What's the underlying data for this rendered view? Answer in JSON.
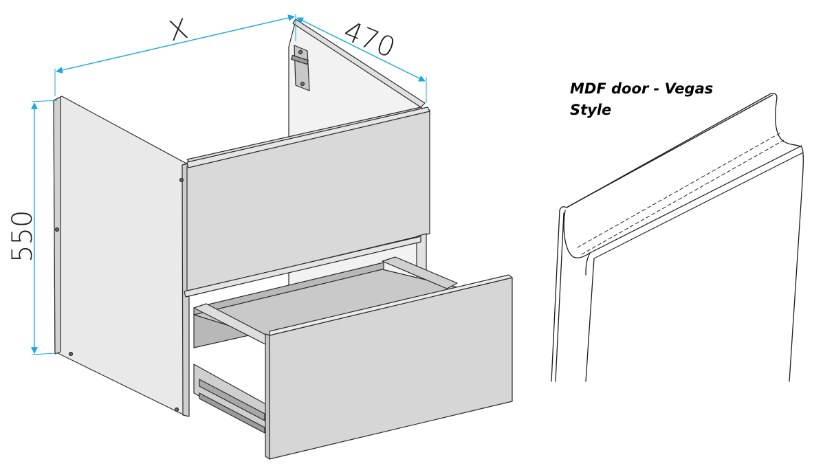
{
  "dimensions": {
    "width_label": "X",
    "depth_label": "470",
    "height_label": "550"
  },
  "caption": {
    "line1": "MDF door - Vegas",
    "line2": "Style"
  },
  "colors": {
    "dimension_line": "#1aa7e0",
    "panel_light": "#e8e8e8",
    "panel_mid": "#d6d6d6",
    "panel_dark": "#bdbdbd",
    "outline": "#2a2a2a"
  }
}
